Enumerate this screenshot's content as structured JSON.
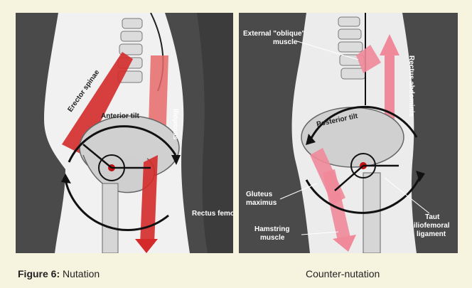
{
  "figure": {
    "caption_label": "Figure 6:",
    "caption_left": "Nutation",
    "caption_right": "Counter-nutation"
  },
  "left_panel": {
    "labels": {
      "erector_spinae": "Erector spinae",
      "anterior_tilt": "Anterior tilt",
      "iliopsoas": "Iliopsoas",
      "rectus_femoris": "Rectus femoris"
    }
  },
  "right_panel": {
    "labels": {
      "external_oblique_line1": "External \"oblique\"",
      "external_oblique_line2": "muscle",
      "rectus_abdominis": "Rectus abdominis",
      "posterior_tilt": "Posterior tilt",
      "gluteus_line1": "Gluteus",
      "gluteus_line2": "maximus",
      "hamstring_line1": "Hamstring",
      "hamstring_line2": "muscle",
      "taut_line1": "Taut",
      "taut_line2": "iliofemoral",
      "taut_line3": "ligament"
    }
  },
  "colors": {
    "background": "#f6f3de",
    "dark_grey": "#4a4a4a",
    "muscle_red": "#d42a2a",
    "muscle_pink": "#f08a9a",
    "bone": "#d9d9d9"
  }
}
